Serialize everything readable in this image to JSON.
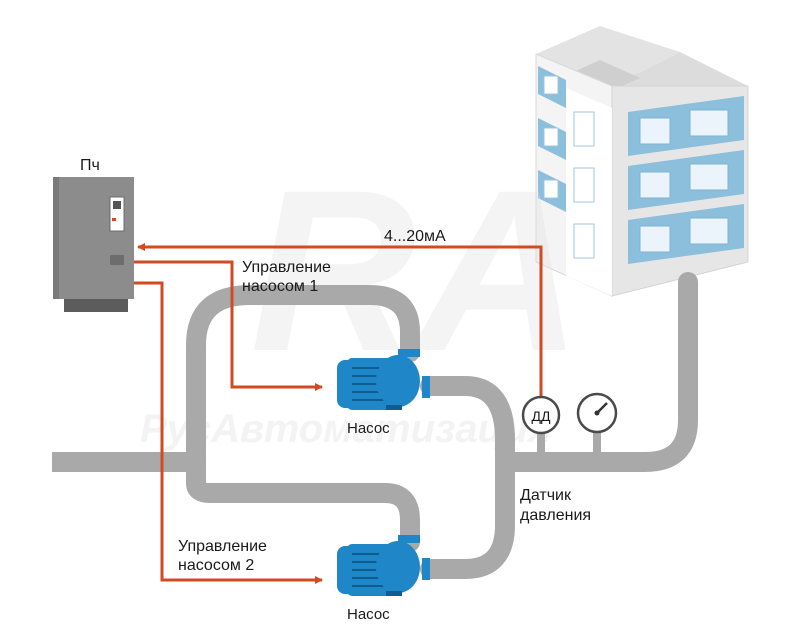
{
  "vfd": {
    "label": "Пч"
  },
  "signal": {
    "label": "4...20мА"
  },
  "control1": {
    "line1": "Управление",
    "line2": "насосом 1"
  },
  "control2": {
    "line1": "Управление",
    "line2": "насосом 2"
  },
  "pump1": {
    "label": "Насос"
  },
  "pump2": {
    "label": "Насос"
  },
  "sensor": {
    "badge": "ДД",
    "line1": "Датчик",
    "line2": "давления"
  },
  "watermark": {
    "text": "РусАвтоматизация"
  },
  "colors": {
    "pipe": "#a9a9a9",
    "signal_line": "#d14a21",
    "pump": "#1f86c8",
    "cabinet": "#8c8c8c",
    "building_wall": "#f2f2f2",
    "building_accent": "#8cbfdc"
  },
  "icons": [
    "vfd-cabinet-icon",
    "pump-icon",
    "pressure-gauge-icon",
    "apartment-building-icon"
  ]
}
